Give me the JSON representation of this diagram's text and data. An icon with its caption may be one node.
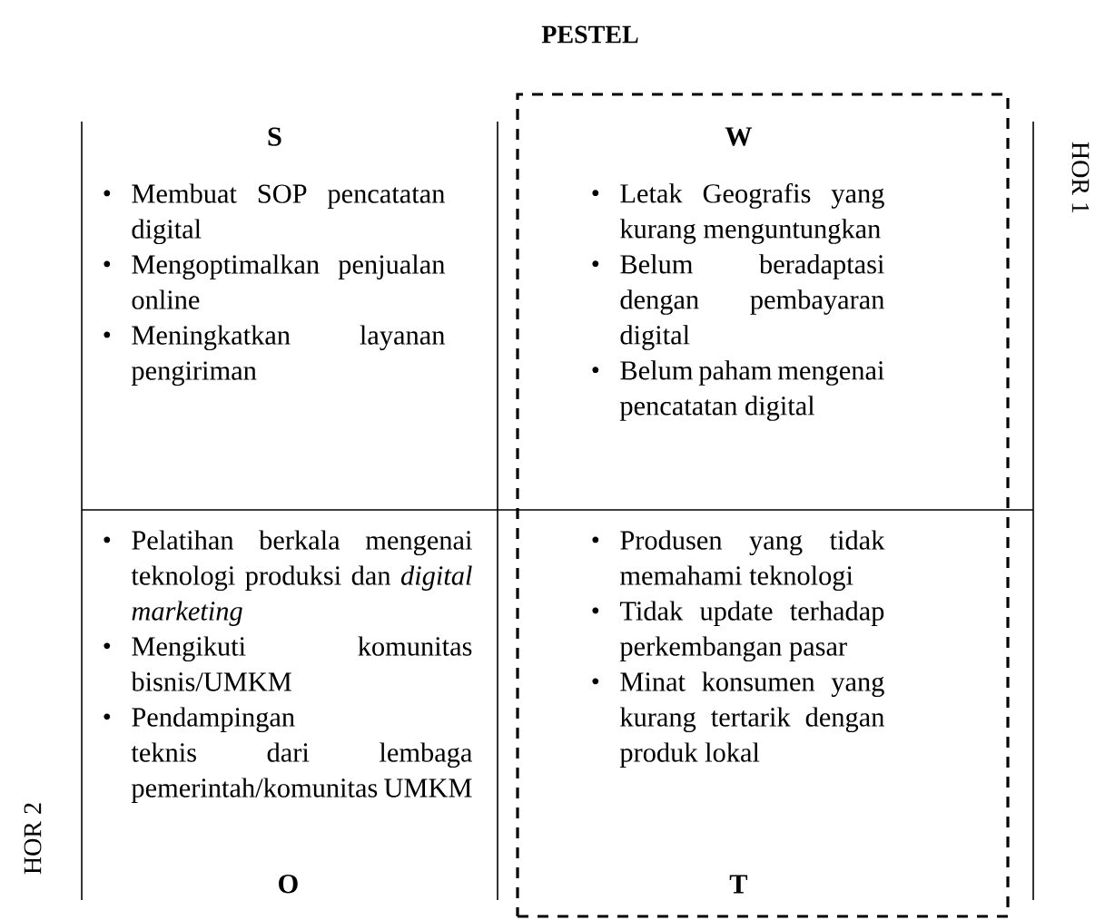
{
  "diagram": {
    "title": "PESTEL",
    "nodes": [
      {
        "text": [],
        "shape": "box"
      },
      {
        "text": [
          "S",
          "Membuat SOP pencatatan digital",
          "Mengoptimalkan penjualan online",
          "Meningkatkan layanan pengiriman"
        ]
      },
      {
        "text": [
          "W",
          "Letak Geografis yang kurang menguntungkan",
          "Belum beradaptasi dengan pembayaran digital",
          "Belum paham mengenai pencatatan digital"
        ],
        "in": 0
      },
      {
        "text": [
          "Pelatihan berkala mengenai teknologi produksi dan *digital marketing*",
          "Mengikuti komunitas bisnis/UMKM",
          "Pendampingan teknis dari lembaga pemerintah/komunitas UMKM",
          "O"
        ]
      },
      {
        "text": [
          "Produsen yang tidak memahami teknologi",
          "Tidak update terhadap perkembangan pasar",
          "Minat konsumen yang kurang tertarik dengan produk lokal",
          "T"
        ],
        "in": 0
      }
    ],
    "labels": [
      "HOR 1",
      "HOR 2"
    ]
  }
}
